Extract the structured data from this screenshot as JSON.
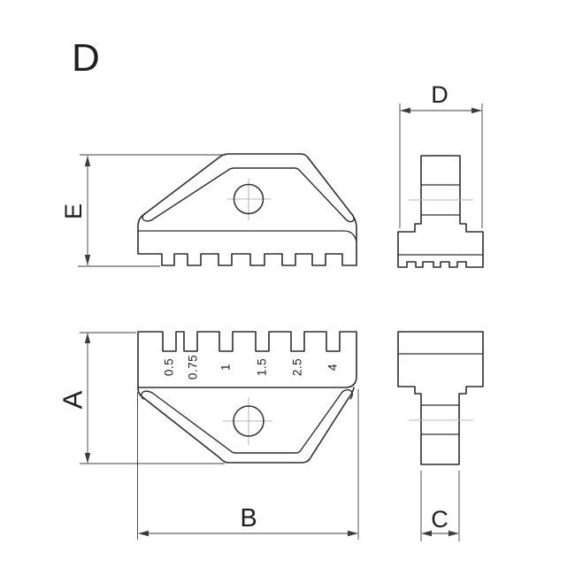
{
  "drawing": {
    "title": "D",
    "dim_labels": {
      "height_upper": "E",
      "width_upper_side": "D",
      "height_lower": "A",
      "width_lower": "B",
      "width_lower_side": "C"
    },
    "size_labels": [
      "0.5",
      "0.75",
      "1",
      "1.5",
      "2.5",
      "4"
    ]
  },
  "colors": {
    "line": "#2e2e2e",
    "dimension": "#3d3d3d",
    "centerline": "#b9b9b9",
    "text": "#1f1f1f",
    "background": "#ffffff"
  }
}
